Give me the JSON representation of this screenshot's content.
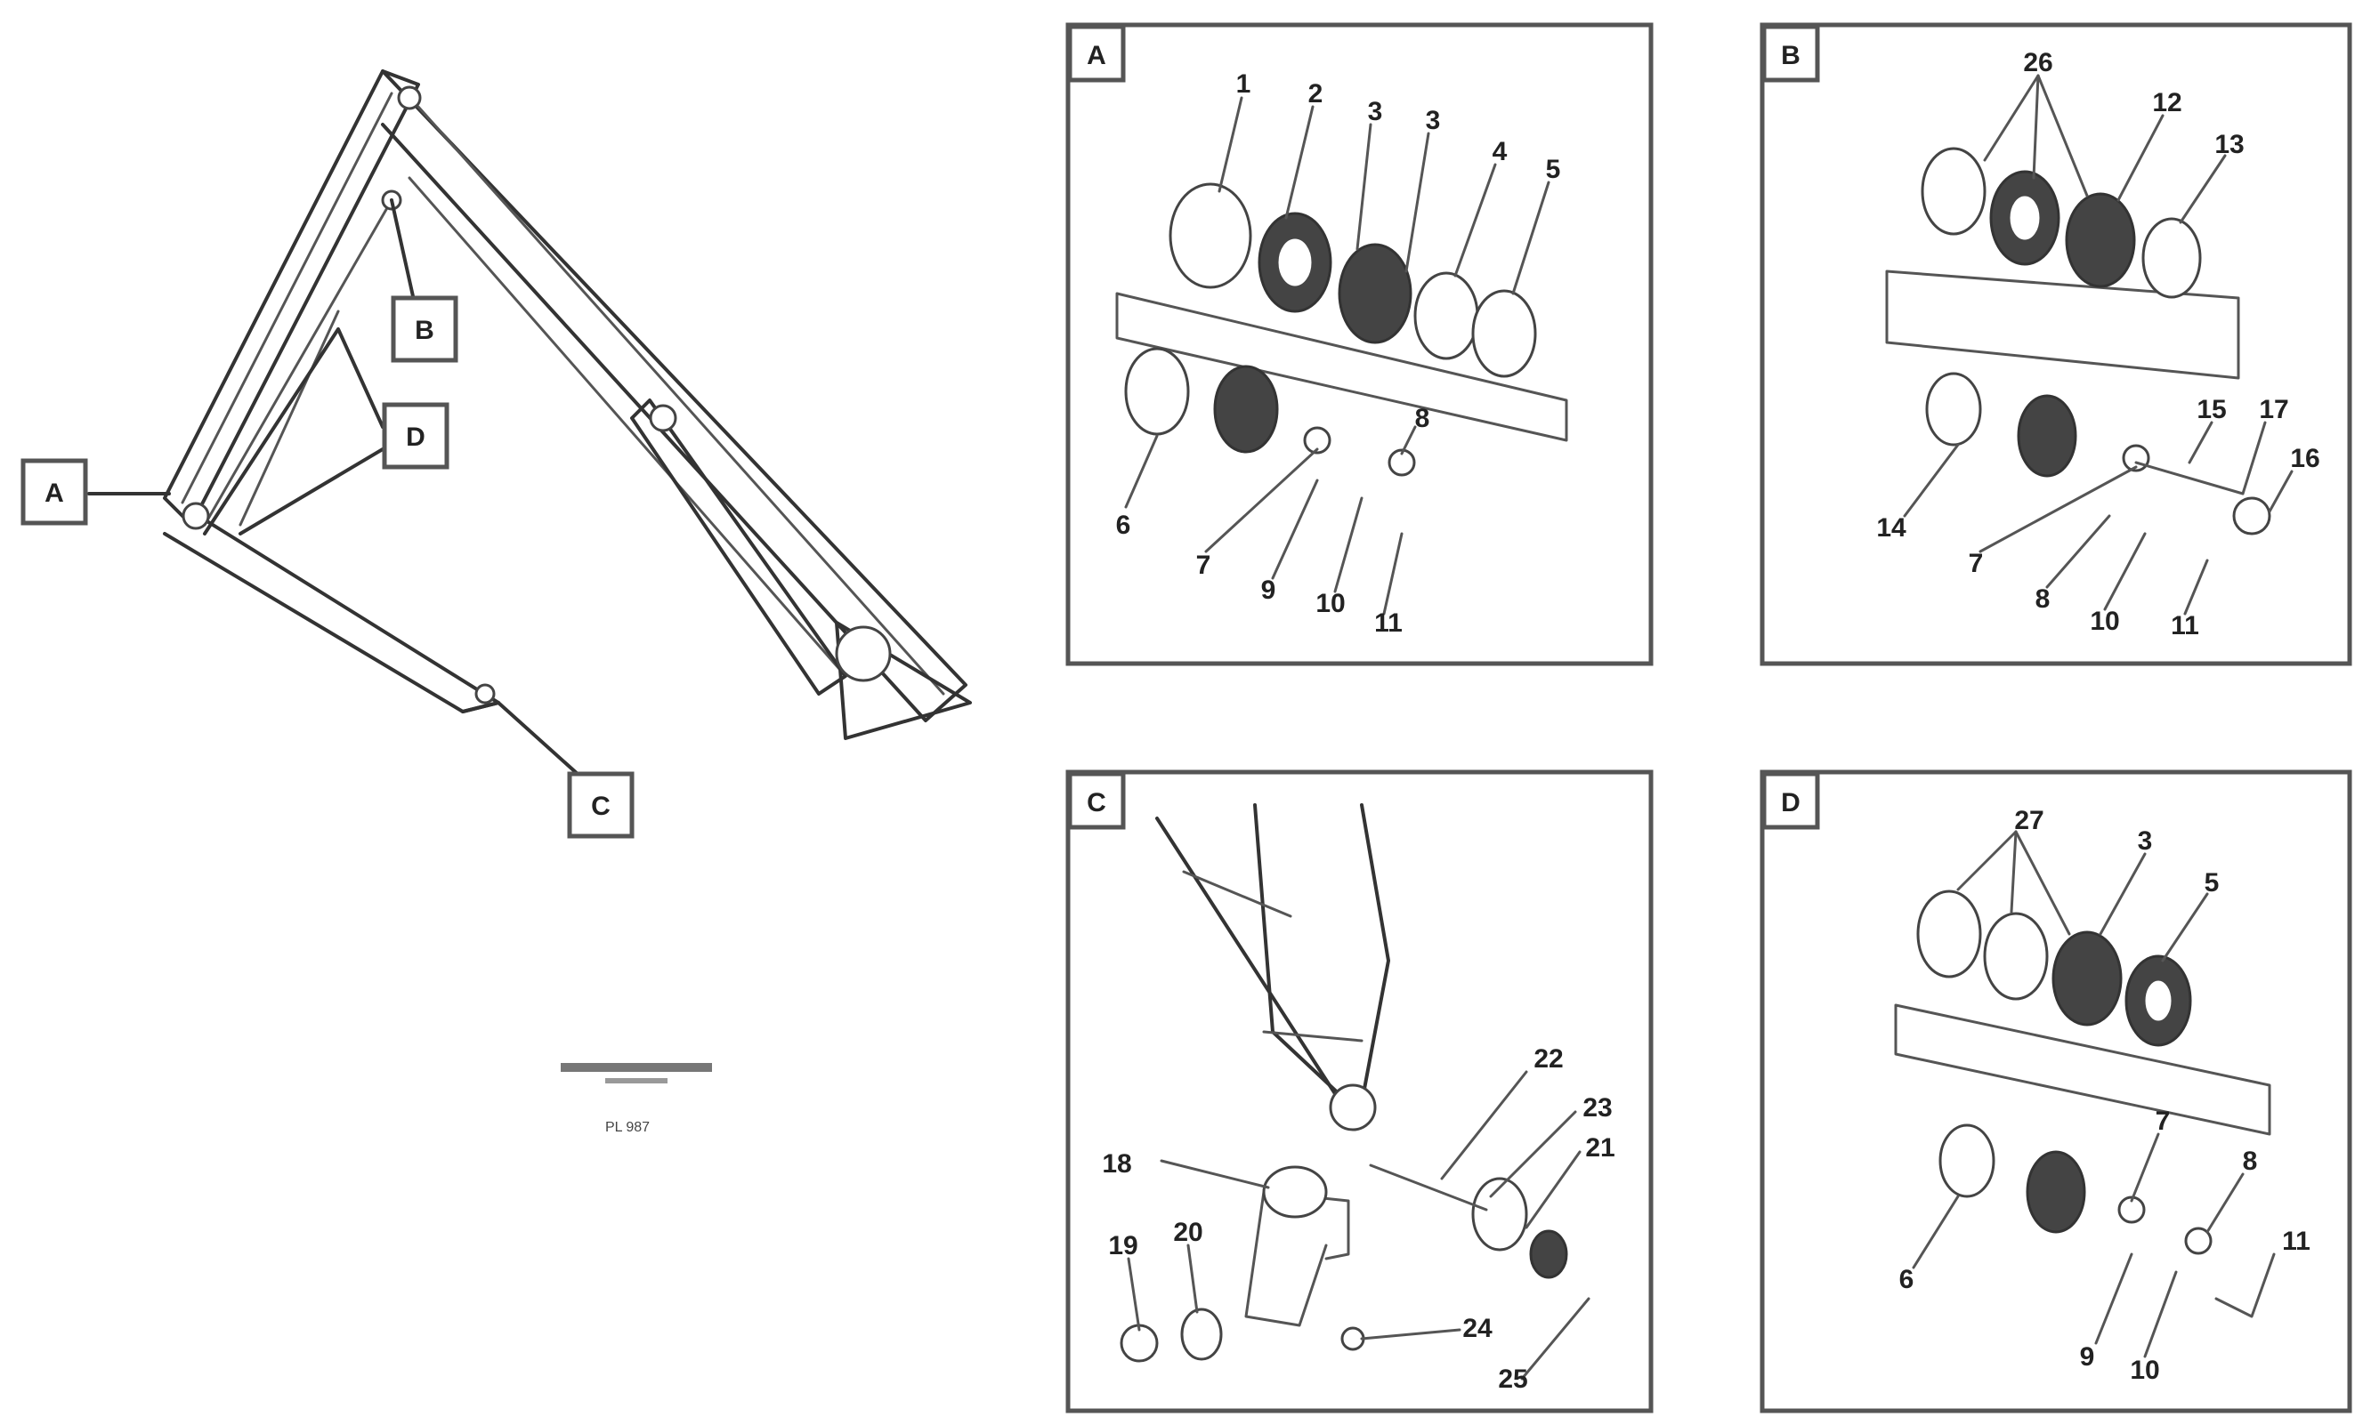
{
  "overview": {
    "callout_a": "A",
    "callout_b": "B",
    "callout_c": "C",
    "callout_d": "D",
    "ref_code": "PL 987"
  },
  "panel_a": {
    "tag": "A",
    "labels": [
      "1",
      "2",
      "3",
      "3",
      "4",
      "5",
      "6",
      "7",
      "8",
      "9",
      "10",
      "11"
    ]
  },
  "panel_b": {
    "tag": "B",
    "labels": [
      "26",
      "12",
      "13",
      "14",
      "15",
      "17",
      "16",
      "7",
      "8",
      "10",
      "11"
    ]
  },
  "panel_c": {
    "tag": "C",
    "labels": [
      "18",
      "19",
      "20",
      "22",
      "23",
      "21",
      "24",
      "25"
    ]
  },
  "panel_d": {
    "tag": "D",
    "labels": [
      "27",
      "3",
      "5",
      "7",
      "8",
      "6",
      "11",
      "9",
      "10"
    ]
  }
}
